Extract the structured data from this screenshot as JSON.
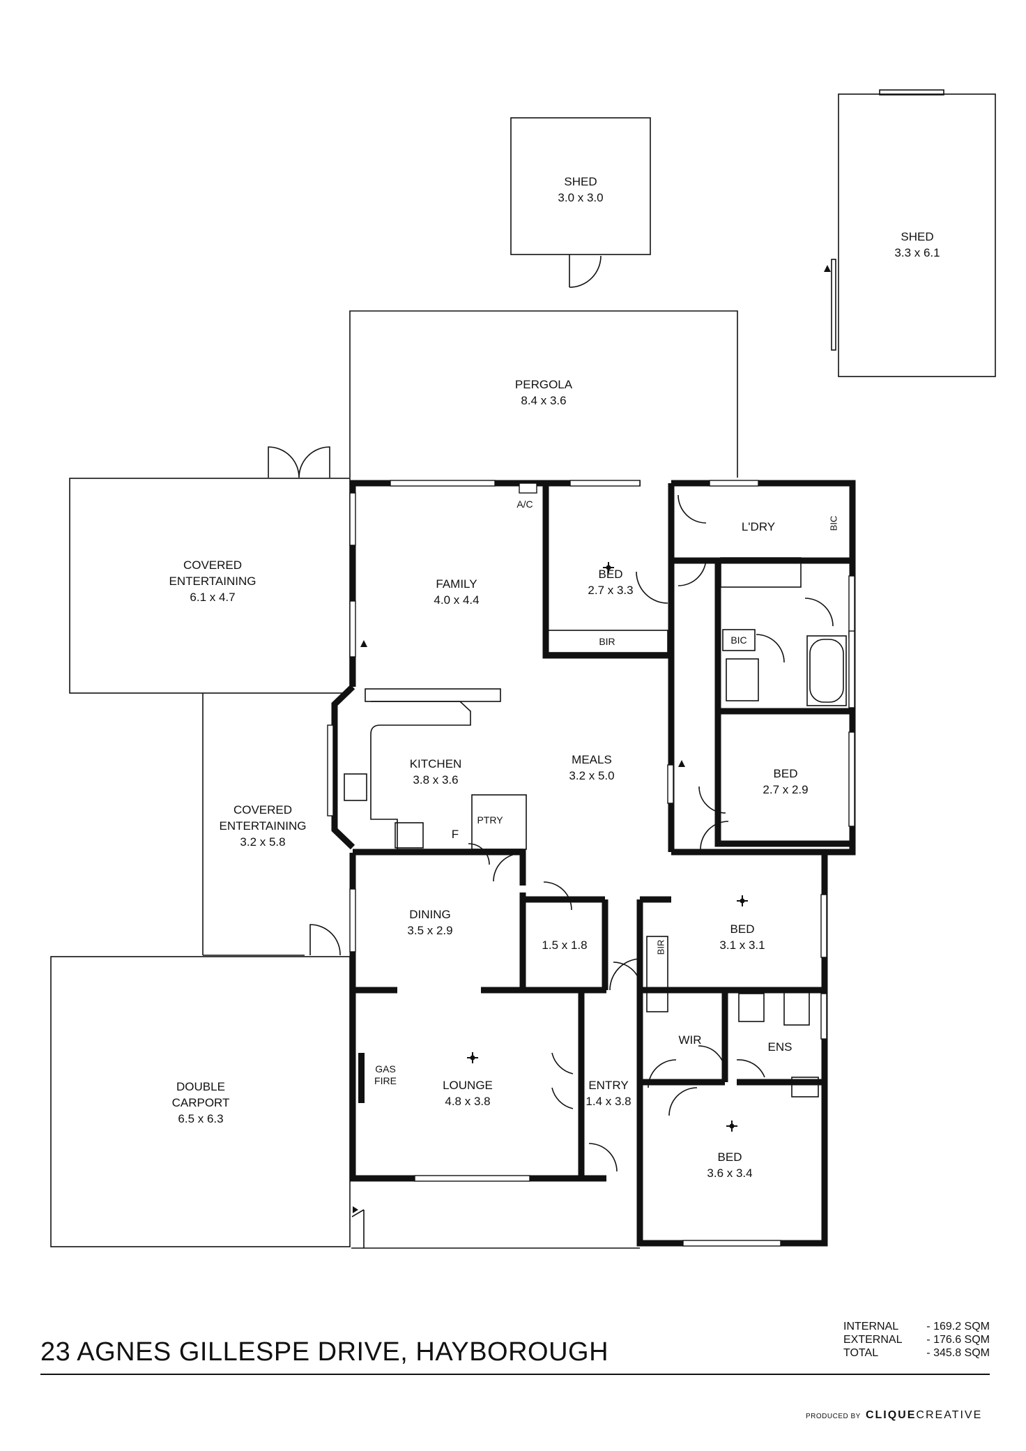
{
  "rooms": {
    "shed_small": {
      "name": "SHED",
      "dims": "3.0 x 3.0"
    },
    "shed_large": {
      "name": "SHED",
      "dims": "3.3 x 6.1"
    },
    "pergola": {
      "name": "PERGOLA",
      "dims": "8.4 x 3.6"
    },
    "covered_entertaining_1": {
      "name1": "COVERED",
      "name2": "ENTERTAINING",
      "dims": "6.1 x 4.7"
    },
    "family": {
      "name": "FAMILY",
      "dims": "4.0 x 4.4"
    },
    "bed_1": {
      "name": "BED",
      "dims": "2.7 x 3.3"
    },
    "laundry": {
      "name": "L'DRY"
    },
    "kitchen": {
      "name": "KITCHEN",
      "dims": "3.8 x 3.6"
    },
    "meals": {
      "name": "MEALS",
      "dims": "3.2 x 5.0"
    },
    "bed_2": {
      "name": "BED",
      "dims": "2.7 x 2.9"
    },
    "covered_entertaining_2": {
      "name1": "COVERED",
      "name2": "ENTERTAINING",
      "dims": "3.2 x 5.8"
    },
    "dining": {
      "name": "DINING",
      "dims": "3.5 x 2.9"
    },
    "store": {
      "dims": "1.5 x 1.8"
    },
    "bed_3": {
      "name": "BED",
      "dims": "3.1 x 3.1"
    },
    "double_carport": {
      "name1": "DOUBLE",
      "name2": "CARPORT",
      "dims": "6.5 x 6.3"
    },
    "lounge": {
      "name": "LOUNGE",
      "dims": "4.8 x 3.8"
    },
    "entry": {
      "name": "ENTRY",
      "dims": "1.4 x 3.8"
    },
    "wir": {
      "name": "WIR"
    },
    "ens": {
      "name": "ENS"
    },
    "bed_4": {
      "name": "BED",
      "dims": "3.6 x 3.4"
    }
  },
  "fixtures": {
    "ac": "A/C",
    "bir_1": "BIR",
    "bir_2": "BIR",
    "bic_1": "BIC",
    "bic_2": "BIC",
    "ptry": "PTRY",
    "fridge": "F",
    "gas_fire_1": "GAS",
    "gas_fire_2": "FIRE"
  },
  "footer": {
    "address": "23 AGNES GILLESPE DRIVE, HAYBOROUGH",
    "areas": [
      {
        "label": "INTERNAL",
        "value": "- 169.2 SQM"
      },
      {
        "label": "EXTERNAL",
        "value": "- 176.6 SQM"
      },
      {
        "label": "TOTAL",
        "value": "- 345.8 SQM"
      }
    ],
    "produced_by": "PRODUCED BY",
    "brand_bold": "CLIQUE",
    "brand_light": "CREATIVE"
  }
}
